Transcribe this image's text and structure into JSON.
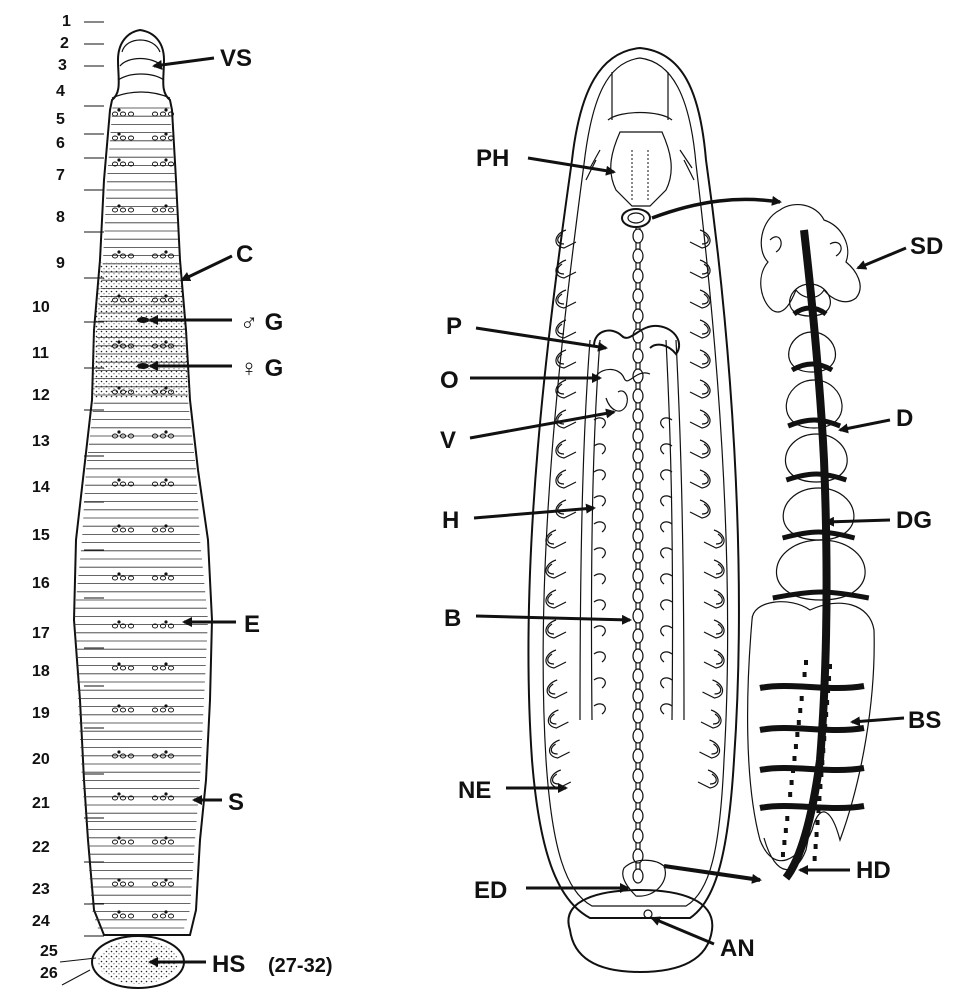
{
  "left_figure": {
    "segment_numbers": [
      "1",
      "2",
      "3",
      "4",
      "5",
      "6",
      "7",
      "8",
      "9",
      "10",
      "11",
      "12",
      "13",
      "14",
      "15",
      "16",
      "17",
      "18",
      "19",
      "20",
      "21",
      "22",
      "23",
      "24",
      "25",
      "26"
    ],
    "labels": {
      "vs": "VS",
      "c": "C",
      "male_g": "♂ G",
      "female_g": "♀ G",
      "e": "E",
      "s": "S",
      "hs": "HS",
      "hs_range": "(27-32)"
    }
  },
  "right_figure": {
    "labels": {
      "ph": "PH",
      "p": "P",
      "o": "O",
      "v": "V",
      "h": "H",
      "b": "B",
      "ne": "NE",
      "ed": "ED",
      "an": "AN",
      "sd": "SD",
      "d": "D",
      "dg": "DG",
      "bs": "BS",
      "hd": "HD"
    }
  }
}
